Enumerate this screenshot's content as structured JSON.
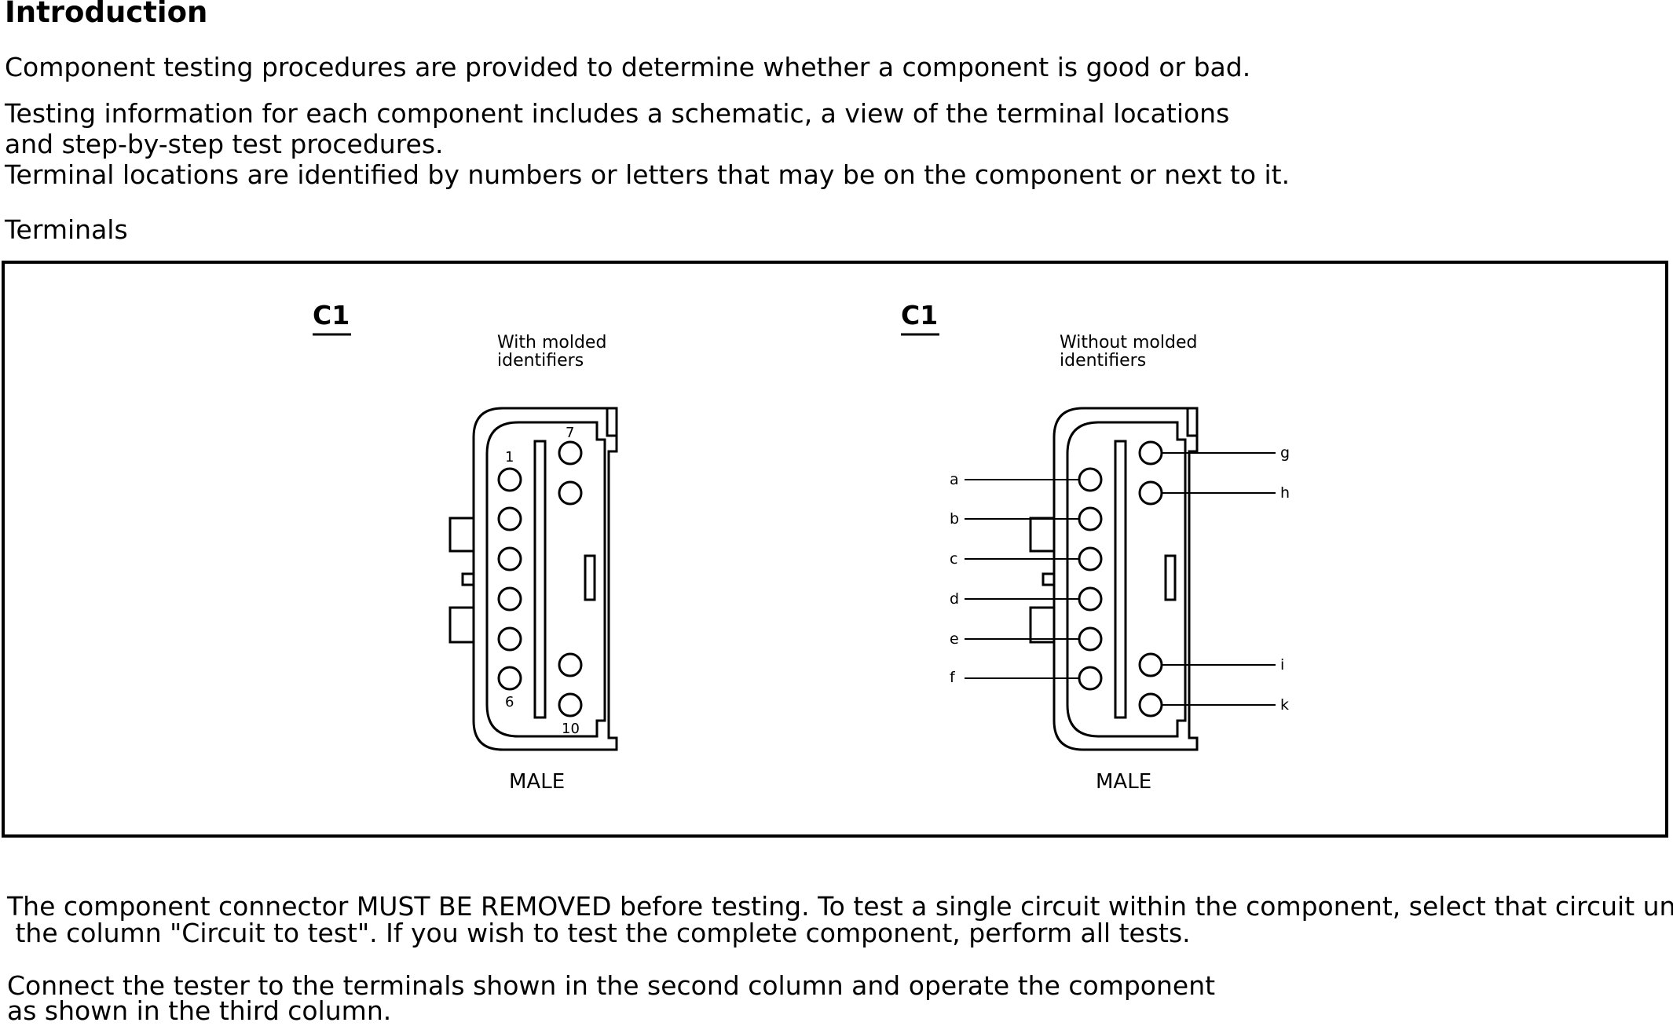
{
  "heading": "Introduction",
  "paragraphs": [
    "Component testing procedures are provided to determine whether a component is good or bad.",
    "Testing information for each component includes a schematic, a view of the terminal locations",
    "and step-by-step test procedures.",
    "Terminal locations are identified by numbers or letters that may be on the component or next to it."
  ],
  "terminals_label": "Terminals",
  "diagram": {
    "left": {
      "connector": "C1",
      "caption_line1": "With molded",
      "caption_line2": "identifiers",
      "pin_label_top_left": "1",
      "pin_label_top_right": "7",
      "pin_label_bottom_left": "6",
      "pin_label_bottom_right": "10",
      "gender": "MALE"
    },
    "right": {
      "connector": "C1",
      "caption_line1": "Without molded",
      "caption_line2": "identifiers",
      "left_pins": [
        "a",
        "b",
        "c",
        "d",
        "e",
        "f"
      ],
      "right_pins": [
        "g",
        "h",
        "i",
        "k"
      ],
      "gender": "MALE"
    }
  },
  "bottom_text": [
    "The component connector MUST BE REMOVED before testing. To test a single circuit within the component, select that circuit under",
    " the column \"Circuit to test\". If you wish to test the complete component, perform all tests.",
    "Connect the tester to the terminals shown in the second column and operate the component",
    "as shown in the third column."
  ]
}
